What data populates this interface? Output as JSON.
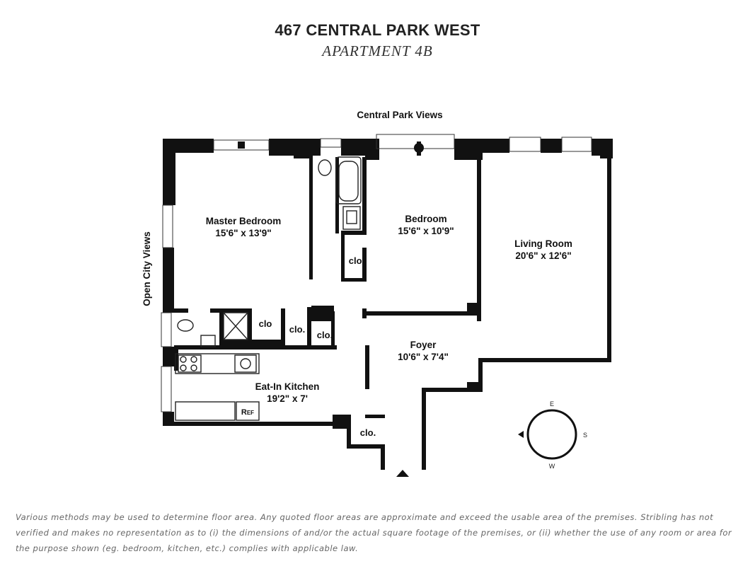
{
  "header": {
    "title": "467 CENTRAL PARK WEST",
    "subtitle": "APARTMENT 4B"
  },
  "plan": {
    "top_view_label": "Central Park Views",
    "side_view_label": "Open City Views",
    "rooms": {
      "master_bedroom": {
        "name": "Master Bedroom",
        "dims": "15'6\" x 13'9\""
      },
      "bedroom": {
        "name": "Bedroom",
        "dims": "15'6\" x 10'9\""
      },
      "living_room": {
        "name": "Living Room",
        "dims": "20'6\" x 12'6\""
      },
      "foyer": {
        "name": "Foyer",
        "dims": "10'6\" x 7'4\""
      },
      "kitchen": {
        "name": "Eat-In Kitchen",
        "dims": "19'2\" x 7'"
      }
    },
    "closets": [
      "clo.",
      "clo",
      "clo.",
      "clo.",
      "clo."
    ],
    "ref_label": "Ref",
    "compass": {
      "n": "E",
      "e": "S",
      "s": "W"
    }
  },
  "footer": {
    "disclaimer": "Various methods may be used to determine floor area. Any quoted floor areas are approximate and exceed the usable area of the premises. Stribling has not verified and makes no representation as to (i) the dimensions of and/or the actual square footage of the premises, or (ii) whether the use of any room or area for the purpose shown (eg. bedroom, kitchen, etc.) complies with applicable law."
  },
  "colors": {
    "wall": "#111111",
    "text": "#222222",
    "disclaimer": "#666666"
  }
}
